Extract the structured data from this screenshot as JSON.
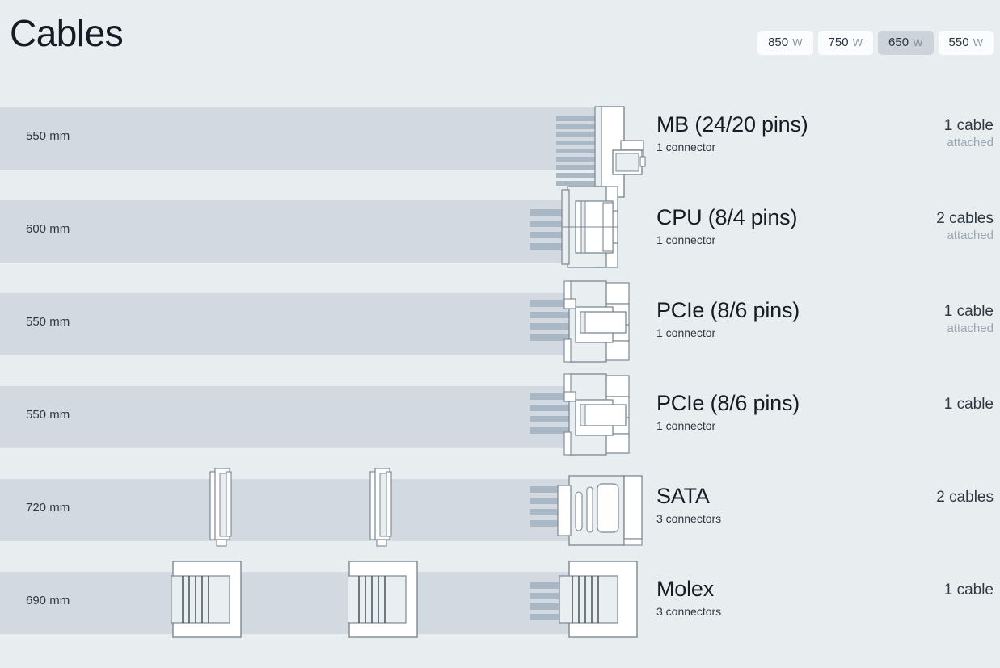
{
  "header": {
    "title": "Cables",
    "wattage_options": [
      {
        "value": "850",
        "unit": "W",
        "active": false
      },
      {
        "value": "750",
        "unit": "W",
        "active": false
      },
      {
        "value": "650",
        "unit": "W",
        "active": true
      },
      {
        "value": "550",
        "unit": "W",
        "active": false
      }
    ]
  },
  "colors": {
    "background": "#e8edf0",
    "cable_band": "#d2d9e0",
    "wire_stub": "#aab7c4",
    "connector_fill": "#ffffff",
    "connector_stroke": "#7b8894",
    "active_button": "#ccd3da",
    "button": "#fbfcfd",
    "text_primary": "#141c24",
    "text_secondary": "#2e3942",
    "text_muted": "#9aa7b3"
  },
  "rows": [
    {
      "length": "550 mm",
      "title": "MB (24/20 pins)",
      "connectors": "1 connector",
      "count": "1 cable",
      "attached": "attached",
      "type": "mb",
      "inline_connectors": 0
    },
    {
      "length": "600 mm",
      "title": "CPU (8/4 pins)",
      "connectors": "1 connector",
      "count": "2 cables",
      "attached": "attached",
      "type": "cpu",
      "inline_connectors": 0
    },
    {
      "length": "550 mm",
      "title": "PCIe (8/6 pins)",
      "connectors": "1 connector",
      "count": "1 cable",
      "attached": "attached",
      "type": "pcie",
      "inline_connectors": 0
    },
    {
      "length": "550 mm",
      "title": "PCIe (8/6 pins)",
      "connectors": "1 connector",
      "count": "1 cable",
      "attached": "",
      "type": "pcie",
      "inline_connectors": 0
    },
    {
      "length": "720 mm",
      "title": "SATA",
      "connectors": "3 connectors",
      "count": "2 cables",
      "attached": "",
      "type": "sata",
      "inline_connectors": 2
    },
    {
      "length": "690 mm",
      "title": "Molex",
      "connectors": "3 connectors",
      "count": "1 cable",
      "attached": "",
      "type": "molex",
      "inline_connectors": 2
    }
  ]
}
